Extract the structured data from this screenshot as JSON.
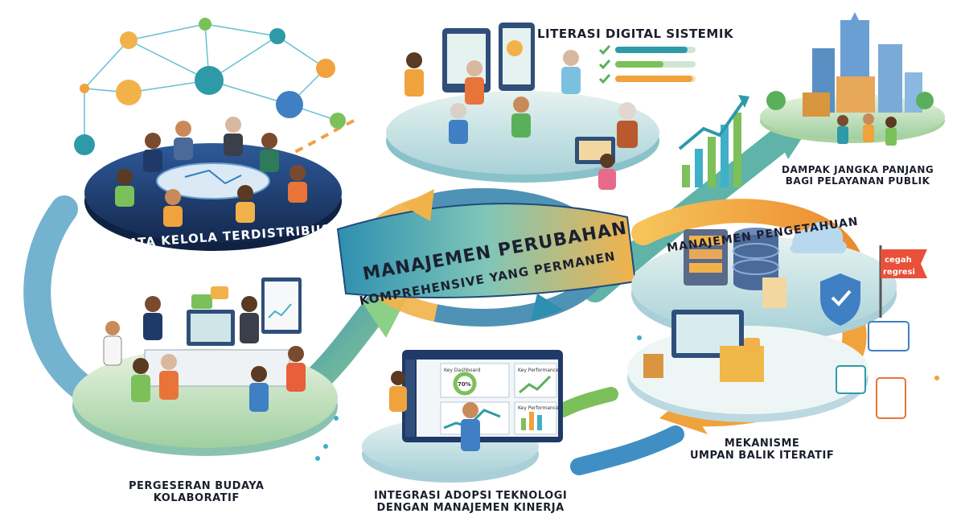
{
  "center": {
    "line1": "MANAJEMEN PERUBAHAN",
    "line2": "KOMPREHENSIVE YANG PERMANEN"
  },
  "nodes": {
    "tata_kelola": "TATA KELOLA TERDISTRIBUSI",
    "literasi": "LITERASI DIGITAL SISTEMIK",
    "dampak_line1": "DAMPAK JANGKA PANJANG",
    "dampak_line2": "BAGI PELAYANAN PUBLIK",
    "manajemen_pengetahuan": "MANAJEMEN PENGETAHUAN",
    "cegah_line1": "cegah",
    "cegah_line2": "regresi",
    "mekanisme_line1": "MEKANISME",
    "mekanisme_line2": "UMPAN BALIK ITERATIF",
    "integrasi_line1": "INTEGRASI ADOPSI TEKNOLOGI",
    "integrasi_line2": "DENGAN MANAJEMEN KINERJA",
    "pergeseran_line1": "PERGESERAN BUDAYA",
    "pergeseran_line2": "KOLABORATIF"
  },
  "dashboard": {
    "panel1": "Key Dashboard",
    "panel2": "Key Performance",
    "panel3": "Key Performance",
    "gauge": "70%"
  },
  "colors": {
    "teal": "#2e9aa8",
    "green": "#7cc05a",
    "orange": "#f0a23c",
    "navy": "#1f3a68",
    "blue": "#3f7fc4"
  }
}
